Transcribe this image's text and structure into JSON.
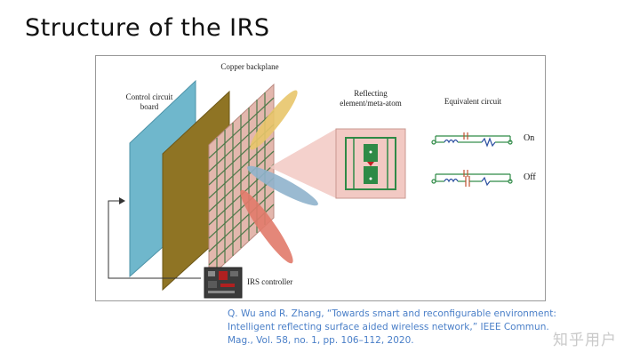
{
  "slide": {
    "title": "Structure of the IRS"
  },
  "figure": {
    "labels": {
      "copper_backplane": "Copper backplane",
      "control_board_line1": "Control circuit",
      "control_board_line2": "board",
      "reflecting_line1": "Reflecting",
      "reflecting_line2": "element/meta-atom",
      "equivalent_circuit": "Equivalent circuit",
      "irs_controller": "IRS controller",
      "state_on": "On",
      "state_off": "Off"
    },
    "colors": {
      "control_board": "#6fb7cc",
      "copper_backplane": "#8f7424",
      "metasurface_grid": "#d9a89d",
      "grid_lines": "#4f7a4a",
      "beam_yellow": "#e8c56a",
      "beam_blue": "#8fb3cc",
      "beam_red": "#e17a6a",
      "zoom_fill": "#f2c9c3",
      "circuit_green": "#2e8a46"
    }
  },
  "citation": {
    "line1": "Q. Wu and R. Zhang, “Towards smart and reconfigurable environment:",
    "line2": "Intelligent reflecting surface aided wireless network,” IEEE Commun.",
    "line3": "Mag., Vol. 58, no. 1, pp. 106–112, 2020."
  },
  "watermark": "知乎用户"
}
